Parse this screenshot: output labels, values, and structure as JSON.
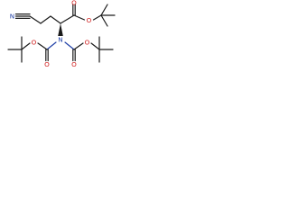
{
  "molecule": {
    "atoms": {
      "nitrile_n": "N",
      "amine_n": "N",
      "ester_o_carbonyl": "O",
      "ester_o_single": "O",
      "boc1_o_carbonyl": "O",
      "boc1_o_single": "O",
      "boc2_o_carbonyl": "O",
      "boc2_o_single": "O"
    },
    "colors": {
      "bond": "#1a1a1a",
      "nitrogen": "#1f3fa6",
      "oxygen": "#d01c1c"
    }
  }
}
